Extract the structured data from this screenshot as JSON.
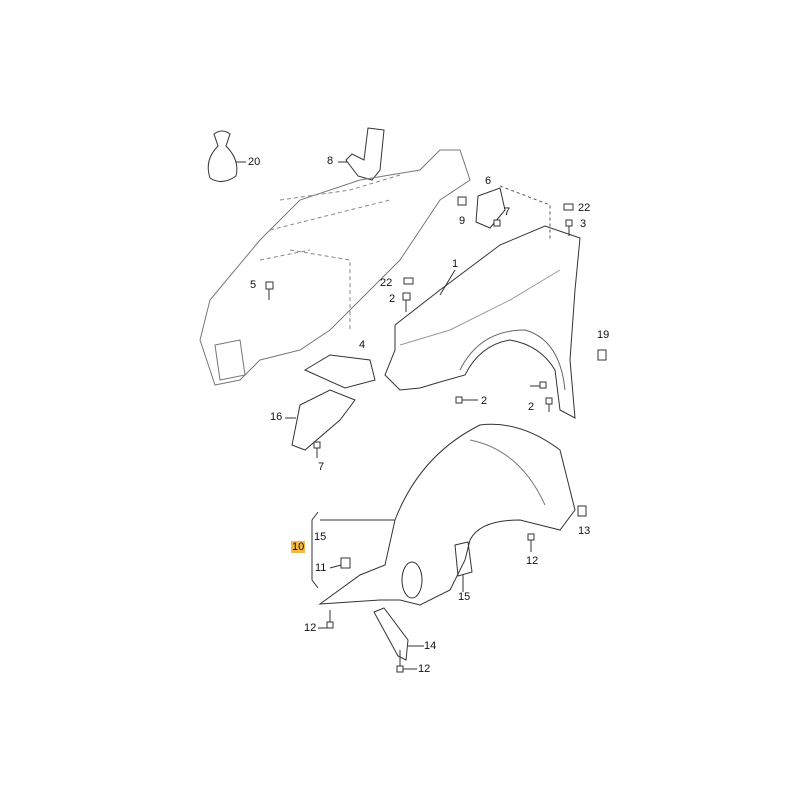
{
  "diagram": {
    "highlight_color": "#f5b942",
    "callouts": [
      {
        "id": "c20",
        "text": "20"
      },
      {
        "id": "c8",
        "text": "8"
      },
      {
        "id": "c6",
        "text": "6"
      },
      {
        "id": "c22a",
        "text": "22"
      },
      {
        "id": "c7a",
        "text": "7"
      },
      {
        "id": "c9",
        "text": "9"
      },
      {
        "id": "c3",
        "text": "3"
      },
      {
        "id": "c1",
        "text": "1"
      },
      {
        "id": "c22b",
        "text": "22"
      },
      {
        "id": "c2a",
        "text": "2"
      },
      {
        "id": "c5",
        "text": "5"
      },
      {
        "id": "c19",
        "text": "19"
      },
      {
        "id": "c4",
        "text": "4"
      },
      {
        "id": "c2b",
        "text": "2"
      },
      {
        "id": "c2c",
        "text": "2"
      },
      {
        "id": "c16",
        "text": "16"
      },
      {
        "id": "c7b",
        "text": "7"
      },
      {
        "id": "c13",
        "text": "13"
      },
      {
        "id": "c10",
        "text": "10"
      },
      {
        "id": "c15a",
        "text": "15"
      },
      {
        "id": "c11",
        "text": "11"
      },
      {
        "id": "c12a",
        "text": "12"
      },
      {
        "id": "c15b",
        "text": "15"
      },
      {
        "id": "c12b",
        "text": "12"
      },
      {
        "id": "c14",
        "text": "14"
      },
      {
        "id": "c12c",
        "text": "12"
      }
    ]
  }
}
